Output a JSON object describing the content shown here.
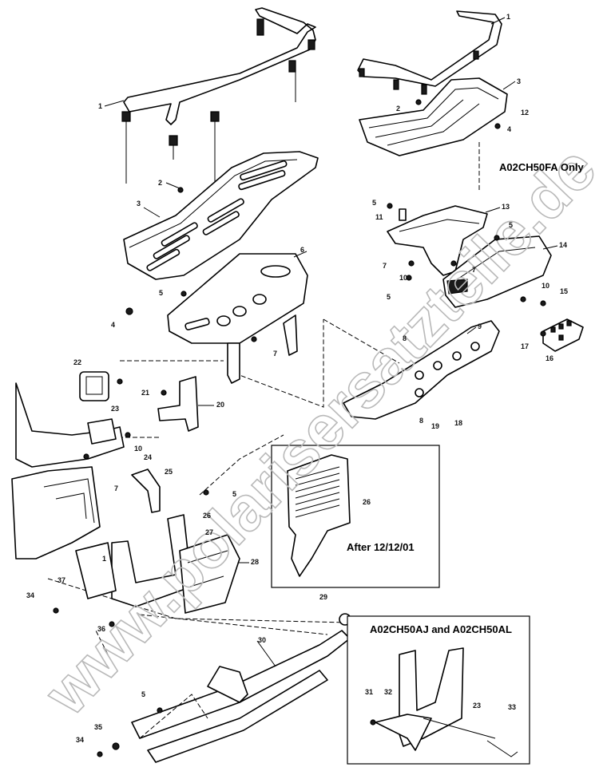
{
  "watermark": "www.polarisersatzteile.de",
  "captions": {
    "top_right_variant": "A02CH50FA Only",
    "inset_right": "After 12/12/01",
    "inset_bottom": "A02CH50AJ and A02CH50AL"
  },
  "callouts": [
    {
      "id": "c1a",
      "text": "1"
    },
    {
      "id": "c2a",
      "text": "2"
    },
    {
      "id": "c3a",
      "text": "3"
    },
    {
      "id": "c4a",
      "text": "4"
    },
    {
      "id": "c5a",
      "text": "5"
    },
    {
      "id": "c6",
      "text": "6"
    },
    {
      "id": "c7a",
      "text": "7"
    },
    {
      "id": "c1b",
      "text": "1"
    },
    {
      "id": "c2b",
      "text": "2"
    },
    {
      "id": "c3b",
      "text": "3"
    },
    {
      "id": "c4b",
      "text": "4"
    },
    {
      "id": "c12",
      "text": "12"
    },
    {
      "id": "c5b",
      "text": "5"
    },
    {
      "id": "c11",
      "text": "11"
    },
    {
      "id": "c13",
      "text": "13"
    },
    {
      "id": "c5c",
      "text": "5"
    },
    {
      "id": "c14",
      "text": "14"
    },
    {
      "id": "c7b",
      "text": "7"
    },
    {
      "id": "c10a",
      "text": "10"
    },
    {
      "id": "c7c",
      "text": "7"
    },
    {
      "id": "c5d",
      "text": "5"
    },
    {
      "id": "c10b",
      "text": "10"
    },
    {
      "id": "c15",
      "text": "15"
    },
    {
      "id": "c9",
      "text": "9"
    },
    {
      "id": "c8a",
      "text": "8"
    },
    {
      "id": "c17",
      "text": "17"
    },
    {
      "id": "c16",
      "text": "16"
    },
    {
      "id": "c8b",
      "text": "8"
    },
    {
      "id": "c19",
      "text": "19"
    },
    {
      "id": "c18",
      "text": "18"
    },
    {
      "id": "c22",
      "text": "22"
    },
    {
      "id": "c21",
      "text": "21"
    },
    {
      "id": "c20",
      "text": "20"
    },
    {
      "id": "c23a",
      "text": "23"
    },
    {
      "id": "c10c",
      "text": "10"
    },
    {
      "id": "c24",
      "text": "24"
    },
    {
      "id": "c7d",
      "text": "7"
    },
    {
      "id": "c25",
      "text": "25"
    },
    {
      "id": "c5e",
      "text": "5"
    },
    {
      "id": "c26a",
      "text": "26"
    },
    {
      "id": "c27",
      "text": "27"
    },
    {
      "id": "c28",
      "text": "28"
    },
    {
      "id": "c26b",
      "text": "26"
    },
    {
      "id": "c1c",
      "text": "1"
    },
    {
      "id": "c37",
      "text": "37"
    },
    {
      "id": "c34a",
      "text": "34"
    },
    {
      "id": "c36",
      "text": "36"
    },
    {
      "id": "c29",
      "text": "29"
    },
    {
      "id": "c30",
      "text": "30"
    },
    {
      "id": "c5f",
      "text": "5"
    },
    {
      "id": "c35",
      "text": "35"
    },
    {
      "id": "c34b",
      "text": "34"
    },
    {
      "id": "c31",
      "text": "31"
    },
    {
      "id": "c32",
      "text": "32"
    },
    {
      "id": "c23b",
      "text": "23"
    },
    {
      "id": "c33",
      "text": "33"
    }
  ]
}
